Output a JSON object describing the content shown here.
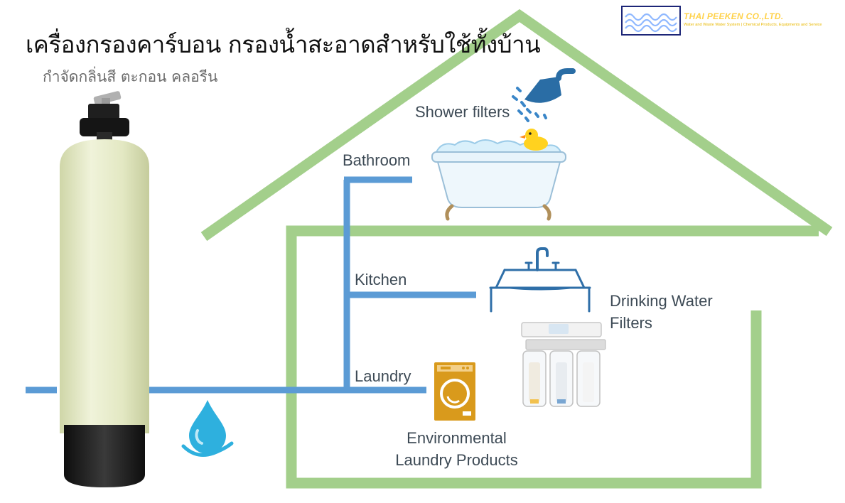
{
  "header": {
    "title": "เครื่องกรองคาร์บอน กรองน้ำสะอาดสำหรับใช้ทั้งบ้าน",
    "subtitle": "กำจัดกลิ่นสี ตะกอน คลอรีน"
  },
  "logo": {
    "name": "THAI PEEKEN CO.,LTD.",
    "tagline": "Water and Waste Water System | Chemical Products, Equipments and Service"
  },
  "labels": {
    "shower": "Shower filters",
    "bathroom": "Bathroom",
    "kitchen": "Kitchen",
    "laundry": "Laundry",
    "drinking_line1": "Drinking Water",
    "drinking_line2": "Filters",
    "env_line1": "Environmental",
    "env_line2": "Laundry Products"
  },
  "colors": {
    "house": "#a3cf8b",
    "pipe": "#5b9bd5",
    "tank": "#e6ebc9",
    "tank_base": "#1b1b1b",
    "washer": "#d99a1c",
    "label": "#3d4a55",
    "logo_bg": "#1c2577"
  },
  "icons": {
    "shower": "shower-head-icon",
    "bathtub": "bathtub-icon",
    "duck": "rubber-duck-icon",
    "sink": "kitchen-sink-icon",
    "washer": "washing-machine-icon",
    "droplet": "water-drop-hand-icon",
    "ro": "ro-filter-unit-icon"
  }
}
